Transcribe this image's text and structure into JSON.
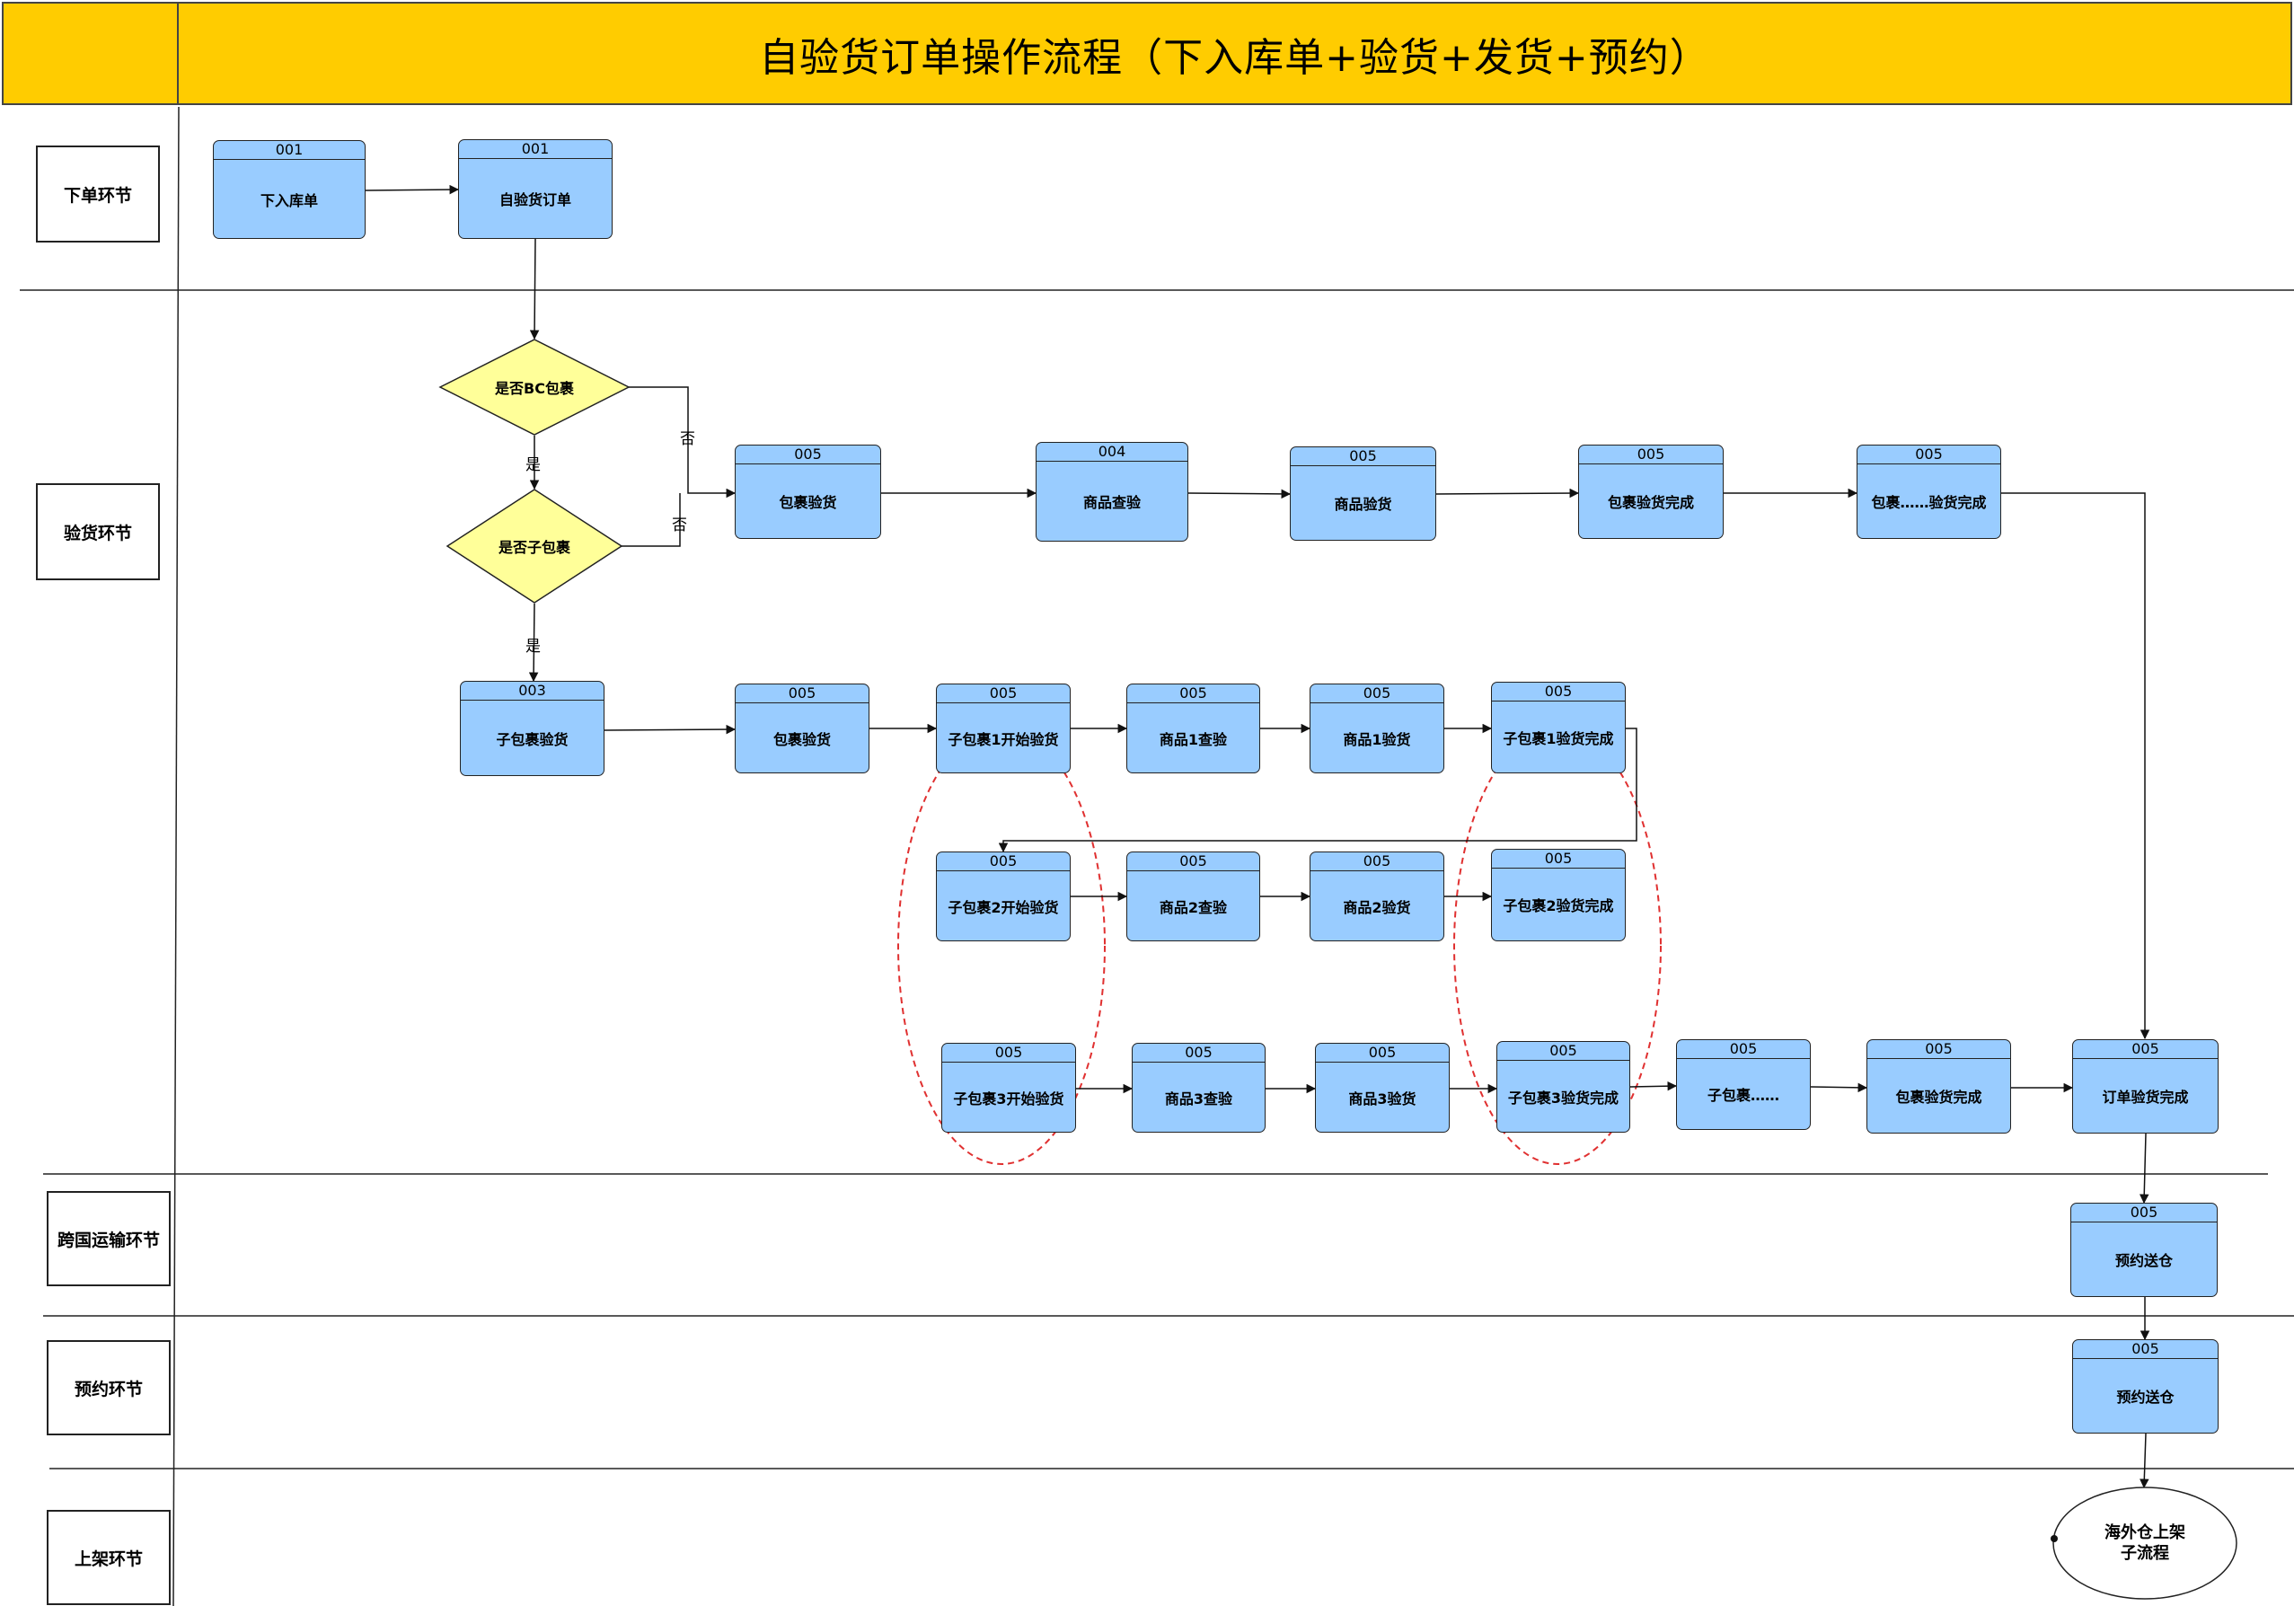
{
  "title": "自验货订单操作流程（下入库单+验货+发货+预约）",
  "colors": {
    "header": "#FFCC00",
    "process_fill": "#99CCFF",
    "decision_fill": "#FFFF99",
    "highlight": "#E03030"
  },
  "lanes": [
    {
      "label": "下单环节"
    },
    {
      "label": "验货环节"
    },
    {
      "label": "跨国运输环节"
    },
    {
      "label": "预约环节"
    },
    {
      "label": "上架环节"
    }
  ],
  "nodes": [
    {
      "id": "001",
      "label": "下入库单"
    },
    {
      "id": "001",
      "label": "自验货订单"
    },
    {
      "id": "005",
      "label": "包裹验货"
    },
    {
      "id": "004",
      "label": "商品查验"
    },
    {
      "id": "005",
      "label": "商品验货"
    },
    {
      "id": "005",
      "label": "包裹验货完成"
    },
    {
      "id": "005",
      "label": "包裹……验货完成"
    },
    {
      "id": "003",
      "label": "子包裹验货"
    },
    {
      "id": "005",
      "label": "包裹验货"
    },
    {
      "id": "005",
      "label": "子包裹1开始验货"
    },
    {
      "id": "005",
      "label": "商品1查验"
    },
    {
      "id": "005",
      "label": "商品1验货"
    },
    {
      "id": "005",
      "label": "子包裹1验货完成"
    },
    {
      "id": "005",
      "label": "子包裹2开始验货"
    },
    {
      "id": "005",
      "label": "商品2查验"
    },
    {
      "id": "005",
      "label": "商品2验货"
    },
    {
      "id": "005",
      "label": "子包裹2验货完成"
    },
    {
      "id": "005",
      "label": "子包裹3开始验货"
    },
    {
      "id": "005",
      "label": "商品3查验"
    },
    {
      "id": "005",
      "label": "商品3验货"
    },
    {
      "id": "005",
      "label": "子包裹3验货完成"
    },
    {
      "id": "005",
      "label": "子包裹……"
    },
    {
      "id": "005",
      "label": "包裹验货完成"
    },
    {
      "id": "005",
      "label": "订单验货完成"
    },
    {
      "id": "005",
      "label": "预约送仓"
    },
    {
      "id": "005",
      "label": "预约送仓"
    }
  ],
  "decisions": [
    {
      "label": "是否BC包裹"
    },
    {
      "label": "是否子包裹"
    }
  ],
  "edge_labels": {
    "yes": "是",
    "no": "否"
  },
  "terminal": {
    "line1": "海外仓上架",
    "line2": "子流程"
  }
}
